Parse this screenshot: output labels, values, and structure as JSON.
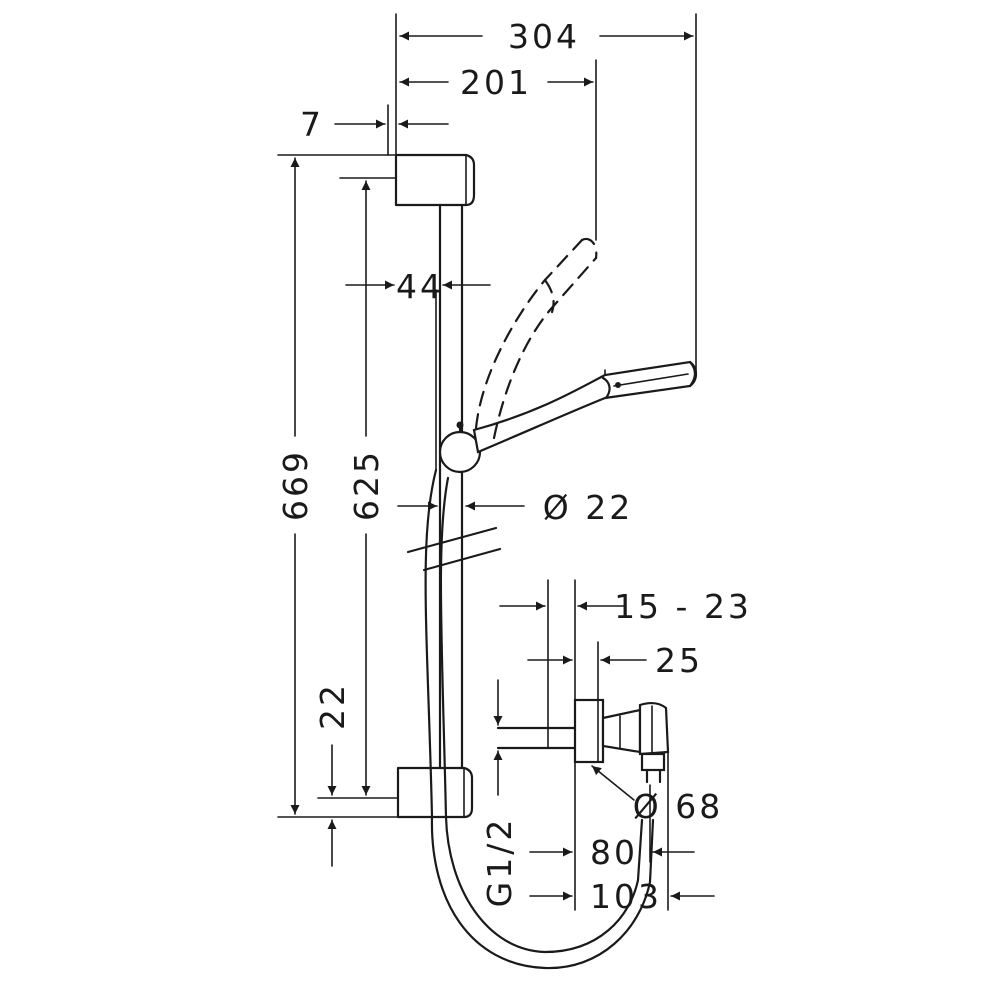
{
  "dimensions": {
    "total_width": "304",
    "handshower_reach": "201",
    "wall_offset": "7",
    "rail_depth": "44",
    "total_height": "669",
    "rail_length": "625",
    "bracket_height": "22",
    "rail_diameter": "Ø 22",
    "nipple_range": "15 - 23",
    "nipple_length": "25",
    "rosette_diameter": "Ø 68",
    "thread": "G1/2",
    "valve_depth": "80",
    "valve_depth_total": "103"
  }
}
